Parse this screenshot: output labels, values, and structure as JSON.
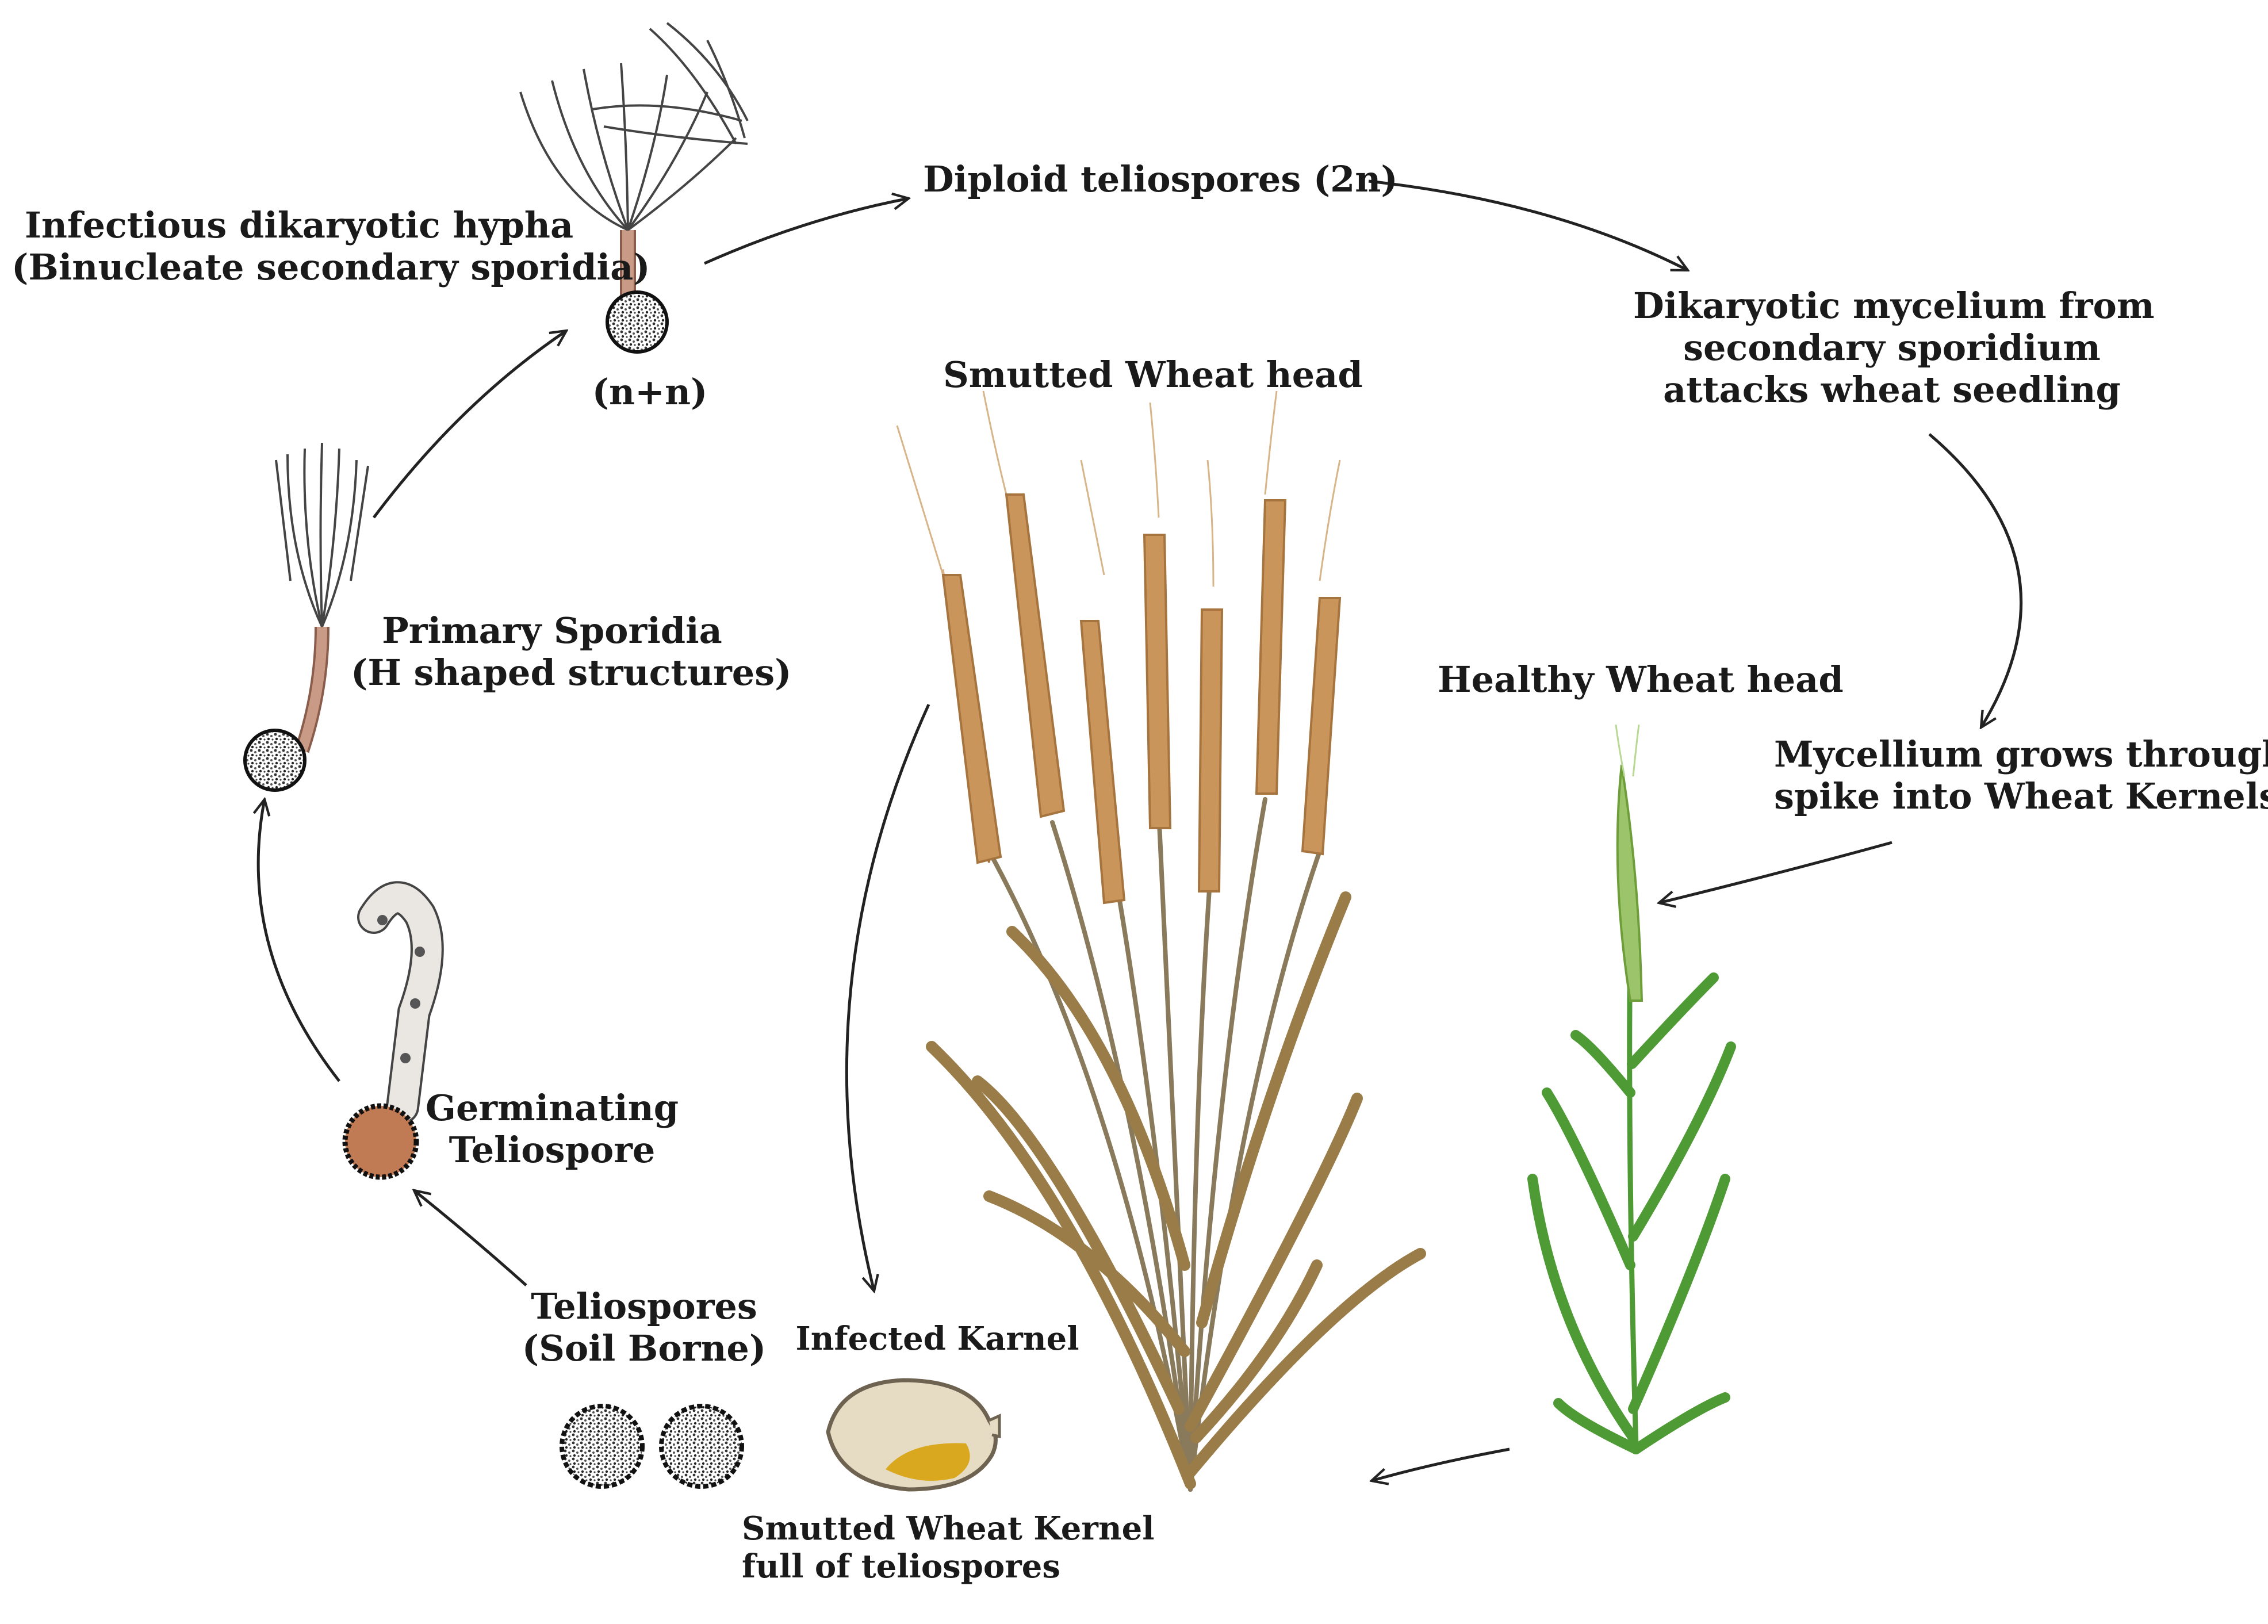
{
  "labels": {
    "infectious_hypha": [
      "Infectious dikaryotic hypha",
      "(Binucleate secondary sporidia)"
    ],
    "n_plus_n": "(n+n)",
    "diploid": "Diploid teliospores (2n)",
    "dikaryotic_mycelium": [
      "Dikaryotic mycelium from",
      "secondary sporidium",
      "attacks wheat seedling"
    ],
    "smutted_head": "Smutted Wheat head",
    "healthy_head": "Healthy Wheat head",
    "mycelium_grows": [
      "Mycellium grows through",
      "spike into Wheat Kernels"
    ],
    "primary_sporidia": [
      "Primary Sporidia",
      "(H shaped structures)"
    ],
    "germinating": [
      "Germinating",
      "Teliospore"
    ],
    "teliospores_soil": [
      "Teliospores",
      "(Soil Borne)"
    ],
    "infected_karnel": "Infected Karnel",
    "smutted_kernel": [
      "Smutted Wheat Kernel",
      "full of teliospores"
    ]
  },
  "colors": {
    "text": "#1a1a1a",
    "arrow": "#222222",
    "smutted_spike": "#c9955a",
    "smutted_awn": "#d8b489",
    "smutted_leaf": "#9a7c48",
    "healthy_leaf": "#4e9a35",
    "healthy_spike": "#9cc46a",
    "teliospore_fill": "#c07a54",
    "kernel_fill": "#e6dcc4",
    "kernel_spot": "#d9a81f",
    "stalk": "#c99a86"
  }
}
